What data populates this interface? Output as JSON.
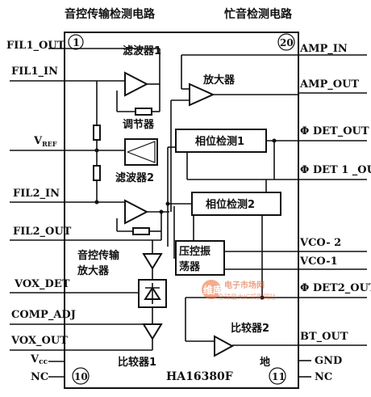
{
  "headers": {
    "left": "音控传输检测电路",
    "right": "忙音检测电路"
  },
  "chip": {
    "part_number": "HA16380F",
    "pin1": "1",
    "pin20": "20",
    "pin10": "10",
    "pin11": "11"
  },
  "pins_left": {
    "fil1_out": "FIL1_OUT",
    "fil1_in": "FIL1_IN",
    "vref_main": "V",
    "vref_sub": "REF",
    "fil2_in": "FIL2_IN",
    "fil2_out": "FIL2_OUT",
    "vox_det": "VOX_DET",
    "comp_adj": "COMP_ADJ",
    "vox_out": "VOX_OUT",
    "vcc_main": "V",
    "vcc_sub": "cc",
    "nc": "NC"
  },
  "pins_right": {
    "amp_in": "AMP_IN",
    "amp_out": "AMP_OUT",
    "phi_det_out": "Φ DET_OUT",
    "phi_det1_out": "Φ DET 1 _OUT",
    "vco2": "VCO- 2",
    "vco1": "VCO-1",
    "phi_det2_out": "Φ DET2_OUT",
    "bt_out": "BT_OUT",
    "gnd": "GND",
    "nc": "NC"
  },
  "blocks": {
    "filter1": "滤波器1",
    "amplifier": "放大器",
    "regulator": "调节器",
    "filter2": "滤波器2",
    "phase_det1": "相位检测1",
    "phase_det2": "相位检测2",
    "tone_amp_line1": "音控传输",
    "tone_amp_line2": "放大器",
    "vco_line1": "压控振",
    "vco_line2": "荡器",
    "comparator1": "比较器1",
    "comparator2": "比较器2",
    "ground": "地"
  },
  "watermark": {
    "logo": "维库",
    "line1": "电子市场网",
    "line2": "全球最大IC采购网站"
  }
}
